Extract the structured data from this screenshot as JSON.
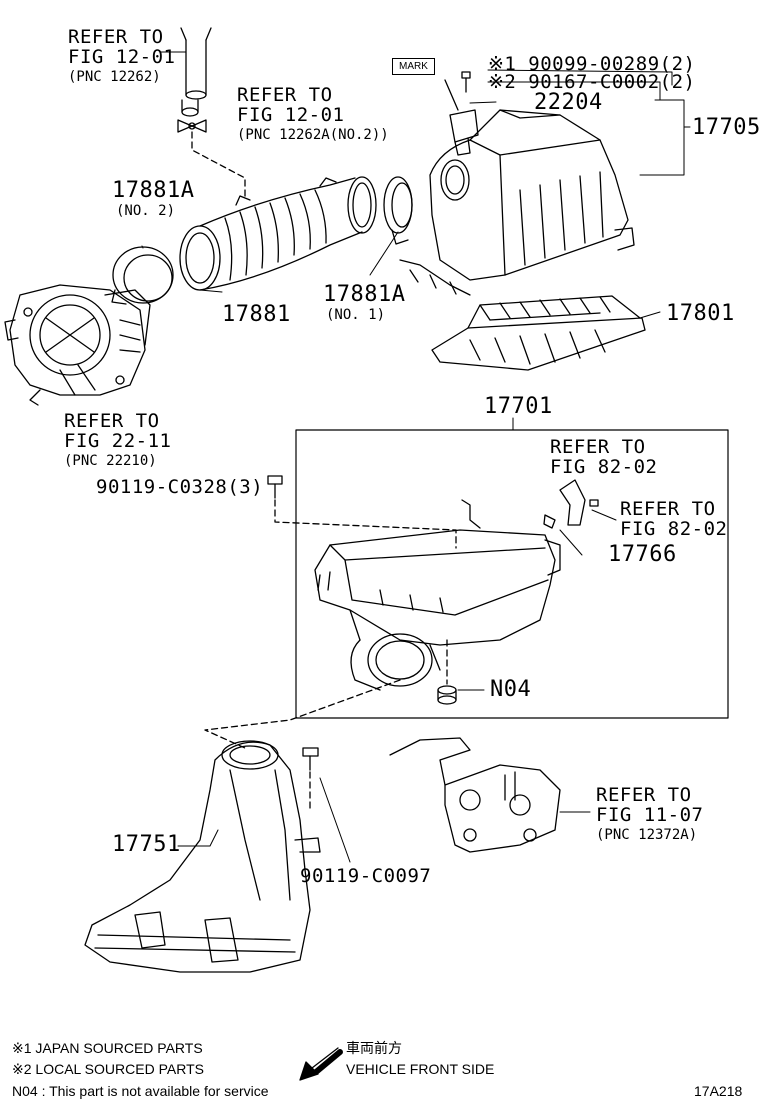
{
  "refs": {
    "fig12_top": {
      "line1": "REFER TO",
      "line2": "FIG 12-01",
      "line3": "(PNC 12262)"
    },
    "fig12_mid": {
      "line1": "REFER TO",
      "line2": "FIG 12-01",
      "line3": "(PNC 12262A(NO.2))"
    },
    "fig22": {
      "line1": "REFER TO",
      "line2": "FIG 22-11",
      "line3": "(PNC 22210)"
    },
    "fig82_a": {
      "line1": "REFER TO",
      "line2": "FIG 82-02"
    },
    "fig82_b": {
      "line1": "REFER TO",
      "line2": "FIG 82-02"
    },
    "fig11": {
      "line1": "REFER TO",
      "line2": "FIG 11-07",
      "line3": "(PNC 12372A)"
    }
  },
  "mark_label": "MARK",
  "bolt_parts": {
    "p1": "※1 90099-00289(2)",
    "p2": "※2 90167-C0002(2)"
  },
  "parts": {
    "p22204": "22204",
    "p17705": "17705",
    "p17881A_2": "17881A",
    "p17881A_2_sub": "(NO. 2)",
    "p17881": "17881",
    "p17881A_1": "17881A",
    "p17881A_1_sub": "(NO. 1)",
    "p17801": "17801",
    "p17701": "17701",
    "p90119_c0328": "90119-C0328(3)",
    "p17766": "17766",
    "pN04": "N04",
    "p17751": "17751",
    "p90119_c0097": "90119-C0097"
  },
  "footer": {
    "note1": "※1 JAPAN SOURCED PARTS",
    "note2": "※2 LOCAL SOURCED PARTS",
    "note3": "N04 : This part is not available for service",
    "front_jp": "車両前方",
    "front_en": "VEHICLE FRONT SIDE",
    "code": "17A218"
  },
  "colors": {
    "line": "#000000",
    "background": "#ffffff"
  }
}
